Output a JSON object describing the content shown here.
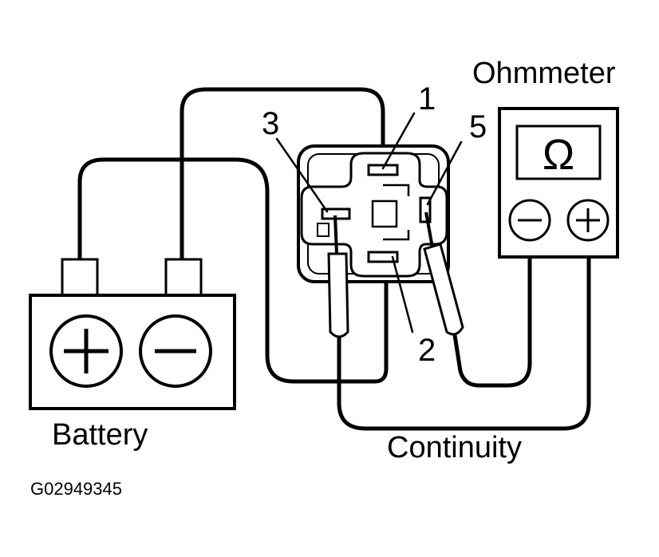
{
  "labels": {
    "ohmmeter": "Ohmmeter",
    "battery": "Battery",
    "continuity": "Continuity",
    "code": "G02949345"
  },
  "terminals": {
    "t1": "1",
    "t2": "2",
    "t3": "3",
    "t5": "5"
  },
  "symbols": {
    "ohm": "Ω",
    "battery_plus": "+",
    "battery_minus": "−",
    "meter_minus": "−",
    "meter_plus": "+"
  }
}
